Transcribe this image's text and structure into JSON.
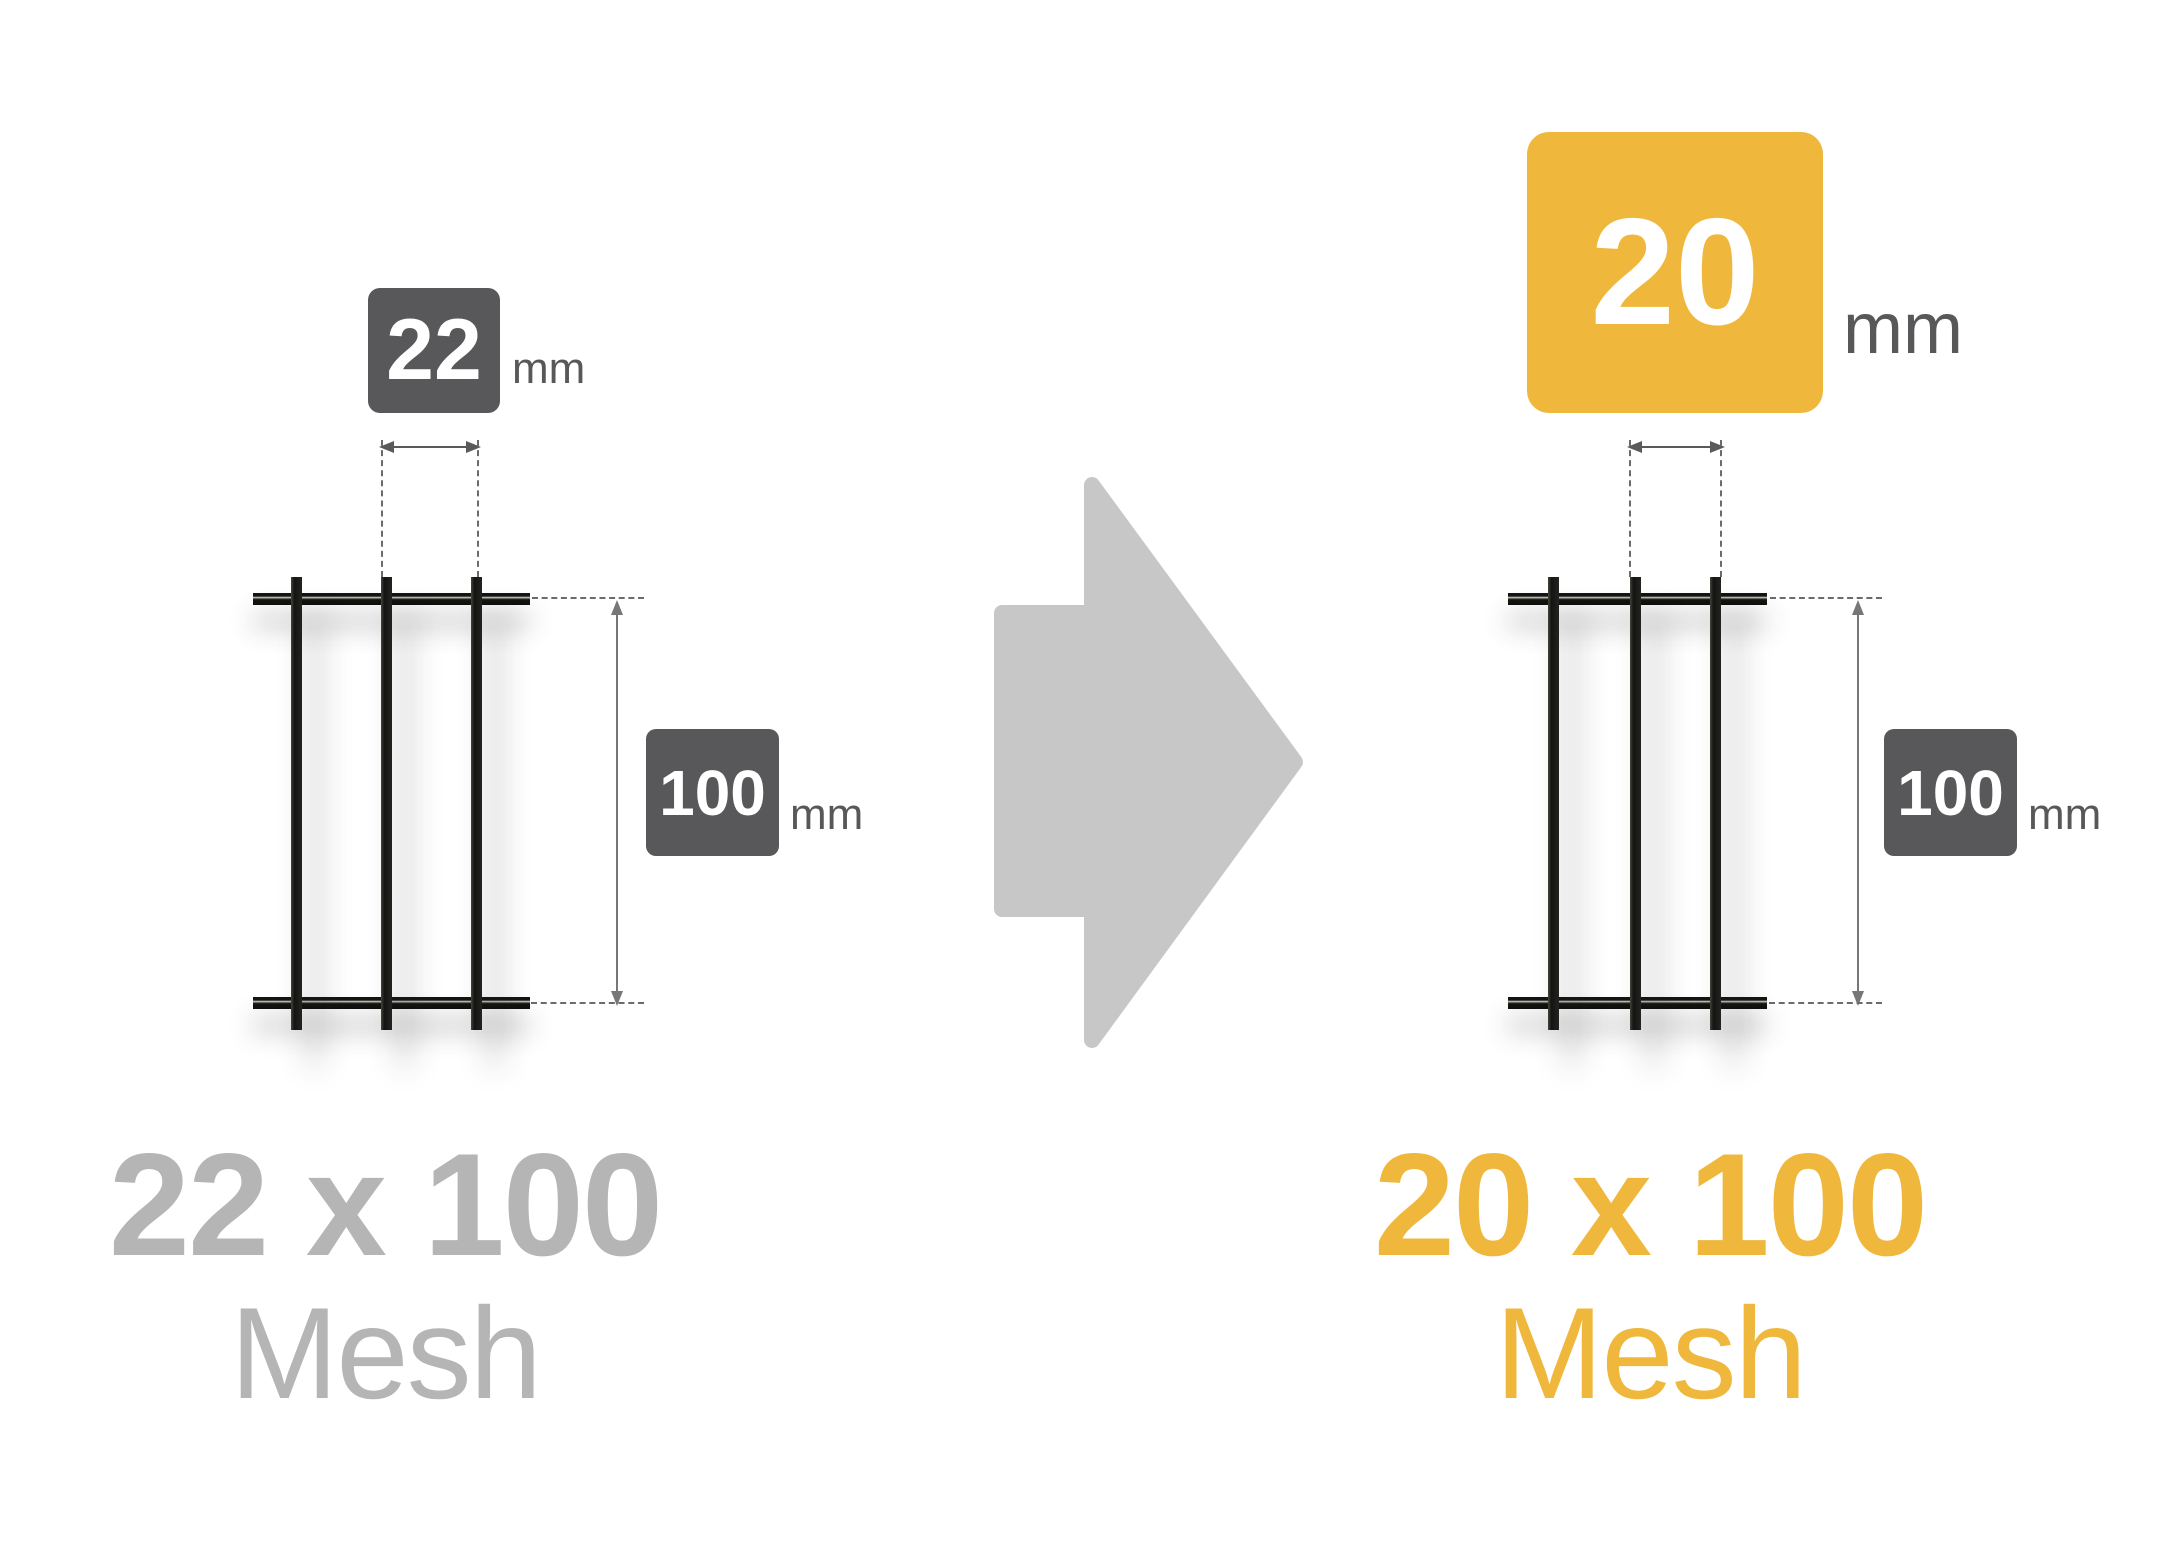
{
  "diagram": {
    "left": {
      "aperture_badge": {
        "value": "22",
        "unit": "mm"
      },
      "height_badge": {
        "value": "100",
        "unit": "mm"
      },
      "caption_line1": "22 x 100",
      "caption_line2": "Mesh"
    },
    "right": {
      "aperture_badge": {
        "value": "20",
        "unit": "mm"
      },
      "height_badge": {
        "value": "100",
        "unit": "mm"
      },
      "caption_line1": "20 x 100",
      "caption_line2": "Mesh"
    },
    "colors": {
      "accent_yellow": "#efb83c",
      "badge_dark_gray": "#58585a",
      "transition_arrow_gray": "#c7c7c7",
      "muted_caption_gray": "#b5b5b5",
      "mesh_bar_black": "#141412",
      "dimension_line_gray": "#6b6b6b"
    }
  }
}
